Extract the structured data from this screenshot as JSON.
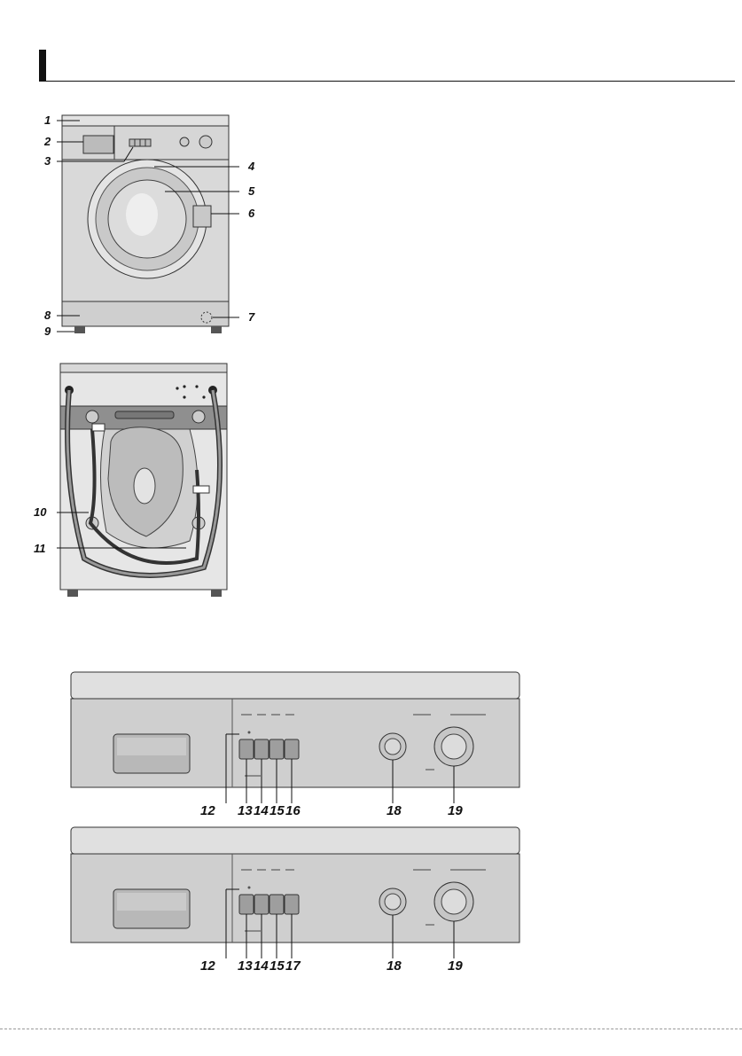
{
  "front_view": {
    "callouts": [
      "1",
      "2",
      "3",
      "4",
      "5",
      "6",
      "7",
      "8",
      "9"
    ]
  },
  "rear_view": {
    "callouts": [
      "10",
      "11"
    ]
  },
  "panel_a": {
    "callouts": [
      "12",
      "13",
      "14",
      "15",
      "16",
      "18",
      "19"
    ]
  },
  "panel_b": {
    "callouts": [
      "12",
      "13",
      "14",
      "15",
      "17",
      "18",
      "19"
    ]
  },
  "colors": {
    "ink": "#111111",
    "panel_gray": "#d4d4d4",
    "panel_dark": "#bdbdbd",
    "shadow": "#9a9a9a"
  }
}
